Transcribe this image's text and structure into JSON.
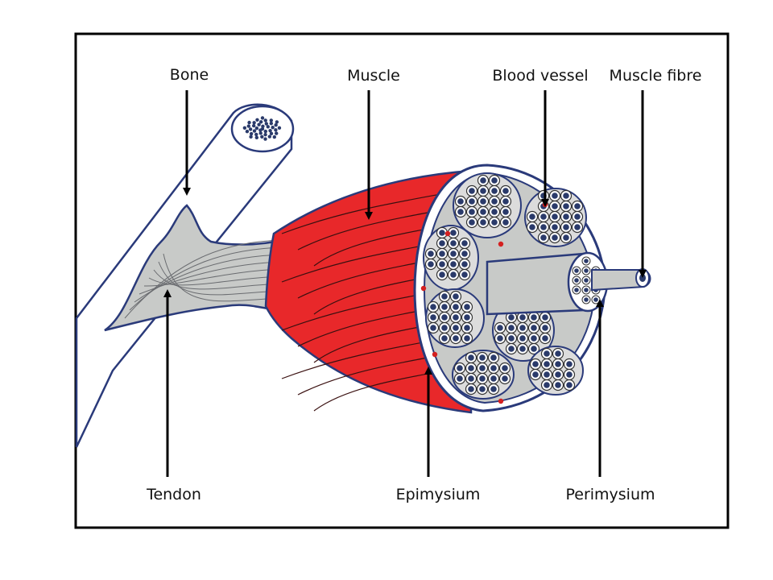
{
  "labels": {
    "bone": "Bone",
    "muscle": "Muscle",
    "blood_vessel": "Blood vessel",
    "muscle_fibre": "Muscle fibre",
    "tendon": "Tendon",
    "epimysium": "Epimysium",
    "perimysium": "Perimysium"
  },
  "colors": {
    "outline": "#2a3a7a",
    "muscle_red": "#e8282a",
    "tendon_grey": "#c8cac8",
    "bundle_fill": "#dcdcdc",
    "fibre_core": "#2a3a6a",
    "vessel_red": "#d42020",
    "frame": "#000000"
  }
}
